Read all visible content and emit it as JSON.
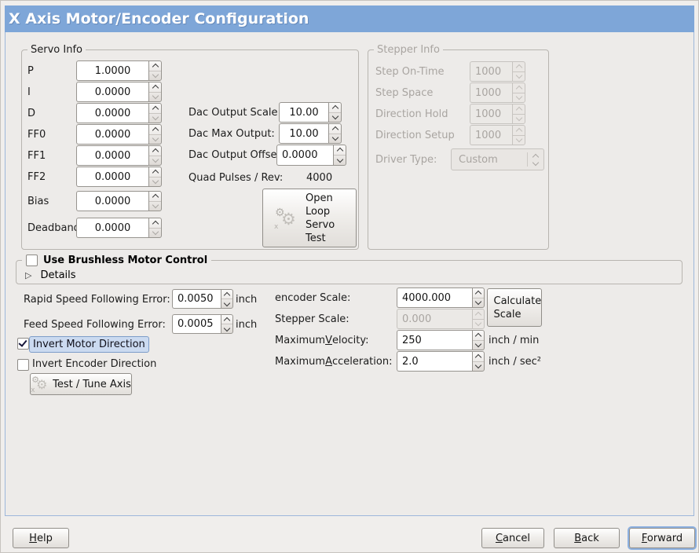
{
  "window_title": "X Axis Motor/Encoder Configuration",
  "colors": {
    "titlebar": "#7ea6d8",
    "content_bg": "#edebe9",
    "accent_border": "#9db7db",
    "focus_highlight": "#cbdaf0"
  },
  "icons": {
    "gears": "⚙",
    "expander": "▷"
  },
  "servo_info": {
    "legend": "Servo Info",
    "fields": [
      {
        "label": "P",
        "value": "1.0000"
      },
      {
        "label": "I",
        "value": "0.0000"
      },
      {
        "label": "D",
        "value": "0.0000"
      },
      {
        "label": "FF0",
        "value": "0.0000"
      },
      {
        "label": "FF1",
        "value": "0.0000"
      },
      {
        "label": "FF2",
        "value": "0.0000"
      },
      {
        "label": "Bias",
        "value": "0.0000"
      },
      {
        "label": "Deadband",
        "value": "0.0000"
      }
    ]
  },
  "dac": {
    "scale": {
      "label": "Dac Output Scale:",
      "value": "10.00"
    },
    "max": {
      "label": "Dac Max Output:",
      "value": "10.00"
    },
    "offset": {
      "label": "Dac Output Offset:",
      "value": "0.0000"
    },
    "quad": {
      "label": "Quad Pulses / Rev:",
      "value": "4000"
    },
    "open_loop_button": "Open Loop Servo Test"
  },
  "stepper_info": {
    "legend": "Stepper Info",
    "fields": [
      {
        "label": "Step On-Time",
        "value": "1000"
      },
      {
        "label": "Step Space",
        "value": "1000"
      },
      {
        "label": "Direction Hold",
        "value": "1000"
      },
      {
        "label": "Direction Setup",
        "value": "1000"
      }
    ],
    "driver_type": {
      "label": "Driver Type:",
      "value": "Custom"
    }
  },
  "brushless": {
    "checkbox_label": "Use Brushless Motor Control",
    "details_label": "Details"
  },
  "errors": {
    "rapid": {
      "label": "Rapid Speed Following Error:",
      "value": "0.0050",
      "unit": "inch"
    },
    "feed": {
      "label": "Feed Speed Following Error:",
      "value": "0.0005",
      "unit": "inch"
    }
  },
  "scales": {
    "encoder": {
      "label": "encoder Scale:",
      "value": "4000.000"
    },
    "stepper": {
      "label": "Stepper Scale:",
      "value": "0.000"
    },
    "calculate_button": "Calculate Scale",
    "velocity": {
      "pre": "Maximum ",
      "mn": "V",
      "post": "elocity:",
      "value": "250",
      "unit": "inch / min"
    },
    "acceleration": {
      "pre": "Maximum ",
      "mn": "A",
      "post": "cceleration:",
      "value": "2.0",
      "unit": "inch / sec²"
    }
  },
  "options": {
    "invert_motor": "Invert Motor Direction",
    "invert_encoder": "Invert Encoder Direction",
    "test_button": "Test / Tune Axis"
  },
  "footer": {
    "help": {
      "mn": "H",
      "post": "elp"
    },
    "cancel": {
      "mn": "C",
      "post": "ancel"
    },
    "back": {
      "mn": "B",
      "post": "ack"
    },
    "forward": {
      "mn": "F",
      "post": "orward"
    }
  }
}
